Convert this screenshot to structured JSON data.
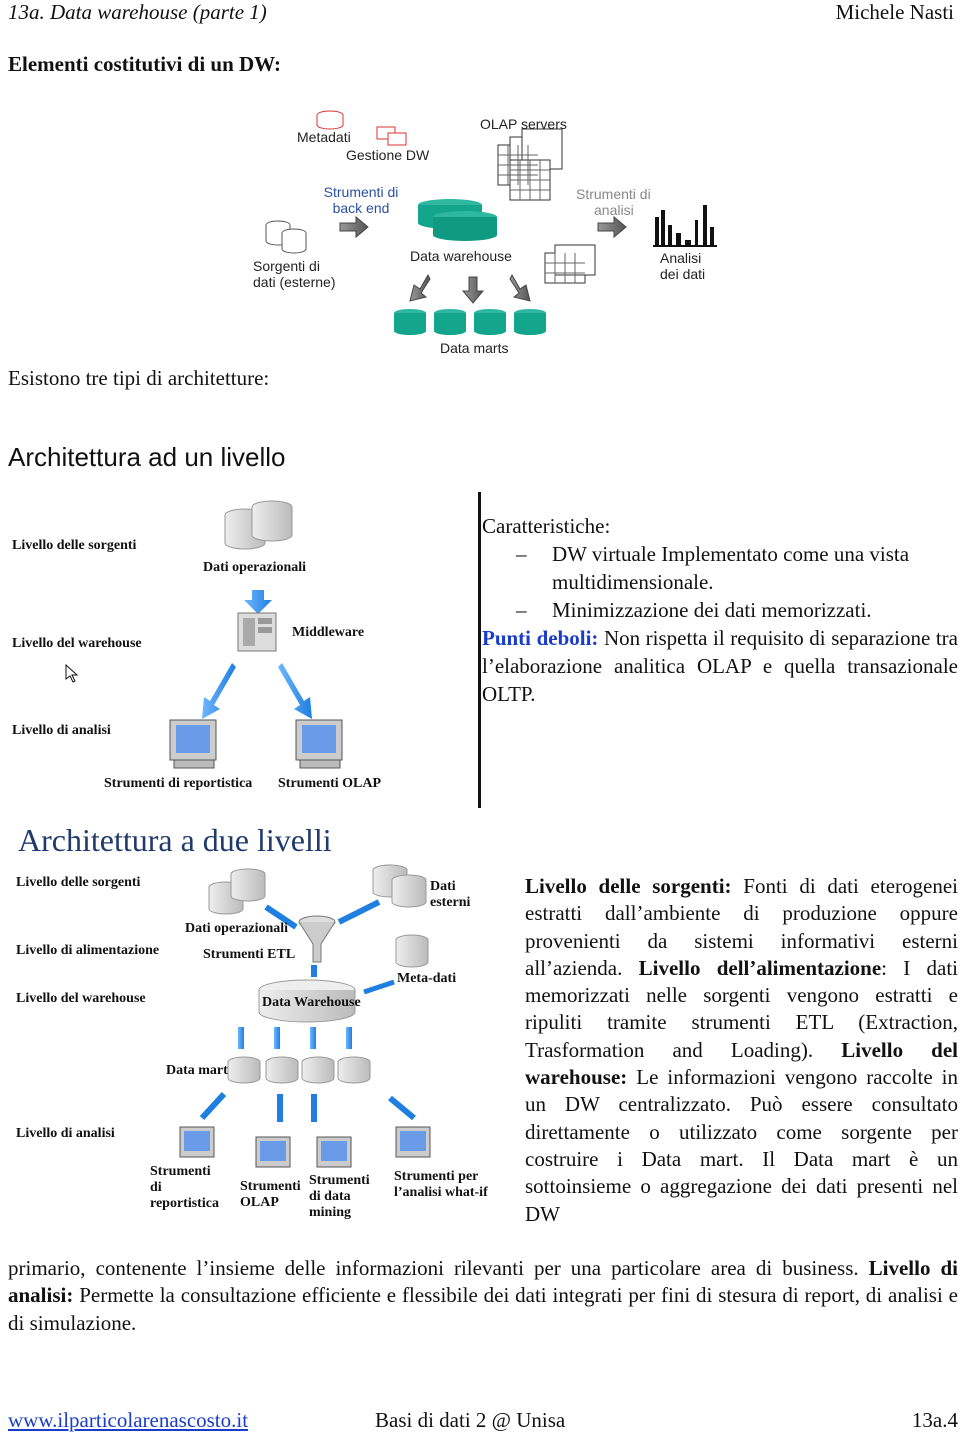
{
  "header": {
    "left": "13a. Data warehouse (parte 1)",
    "right": "Michele Nasti"
  },
  "section_title": "Elementi costitutivi di un DW:",
  "diagram1": {
    "metadati": "Metadati",
    "gestione": "Gestione DW",
    "olap_servers": "OLAP servers",
    "back_end_1": "Strumenti di",
    "back_end_2": "back end",
    "analisi_tools_1": "Strumenti di",
    "analisi_tools_2": "analisi",
    "sorgenti_1": "Sorgenti di",
    "sorgenti_2": "dati (esterne)",
    "data_warehouse": "Data warehouse",
    "analisi_dati_1": "Analisi",
    "analisi_dati_2": "dei dati",
    "data_marts": "Data marts"
  },
  "intro": "Esistono tre tipi di architetture:",
  "arch1": {
    "title": "Architettura ad un livello",
    "livello_sorgenti": "Livello delle sorgenti",
    "livello_warehouse": "Livello del warehouse",
    "livello_analisi": "Livello di analisi",
    "dati_operazionali": "Dati operazionali",
    "middleware": "Middleware",
    "strumenti_reportistica": "Strumenti di reportistica",
    "strumenti_olap": "Strumenti OLAP",
    "caratteristiche": "Caratteristiche",
    "bullet1": "DW virtuale Implementato come una vista multidimensionale.",
    "bullet2": "Minimizzazione dei dati memorizzati.",
    "punti_deboli_label": "Punti deboli:",
    "punti_deboli_text": "Non rispetta il requisito di separazione tra l’elaborazione analitica OLAP e quella transazionale OLTP."
  },
  "arch2": {
    "title": "Architettura a due livelli",
    "livello_sorgenti": "Livello delle sorgenti",
    "livello_alimentazione": "Livello di alimentazione",
    "livello_warehouse": "Livello del warehouse",
    "livello_analisi": "Livello di analisi",
    "dati_operazionali": "Dati operazionali",
    "strumenti_etl": "Strumenti ETL",
    "dati_esterni_1": "Dati",
    "dati_esterni_2": "esterni",
    "meta_dati": "Meta-dati",
    "data_warehouse": "Data Warehouse",
    "data_mart": "Data mart",
    "strumenti_rep_1": "Strumenti",
    "strumenti_rep_2": "di",
    "strumenti_rep_3": "reportistica",
    "strumenti_olap_1": "Strumenti",
    "strumenti_olap_2": "OLAP",
    "strumenti_dm_1": "Strumenti",
    "strumenti_dm_2": "di data",
    "strumenti_dm_3": "mining",
    "strumenti_wi_1": "Strumenti per",
    "strumenti_wi_2": "l’analisi what-if"
  },
  "desc": {
    "sorgenti_label": "Livello delle sorgenti:",
    "sorgenti_text": "Fonti di dati eterogenei estratti dall’ambiente di produzione oppure provenienti da sistemi informativi esterni all’azienda.",
    "alimentazione_label": "Livello dell’alimentazione",
    "alimentazione_text": ": I dati memorizzati nelle sorgenti vengono estratti e ripuliti tramite strumenti ETL (Extraction, Trasformation and Loading).",
    "warehouse_label": "Livello del warehouse:",
    "warehouse_text": "Le informazioni vengono raccolte in un DW centralizzato. Può essere consultato direttamente o utilizzato come sorgente per costruire i Data mart. Il Data mart è un sottoinsieme o aggregazione dei dati presenti nel DW",
    "continuation": "primario, contenente l’insieme delle informazioni rilevanti per una particolare area di business.",
    "analisi_label": "Livello di analisi:",
    "analisi_text": "Permette la consultazione efficiente e flessibile dei dati integrati per fini di stesura di report, di analisi e di simulazione."
  },
  "footer": {
    "link": "www.ilparticolarenascosto.it",
    "center": "Basi di dati 2 @ Unisa",
    "page": "13a.4"
  }
}
